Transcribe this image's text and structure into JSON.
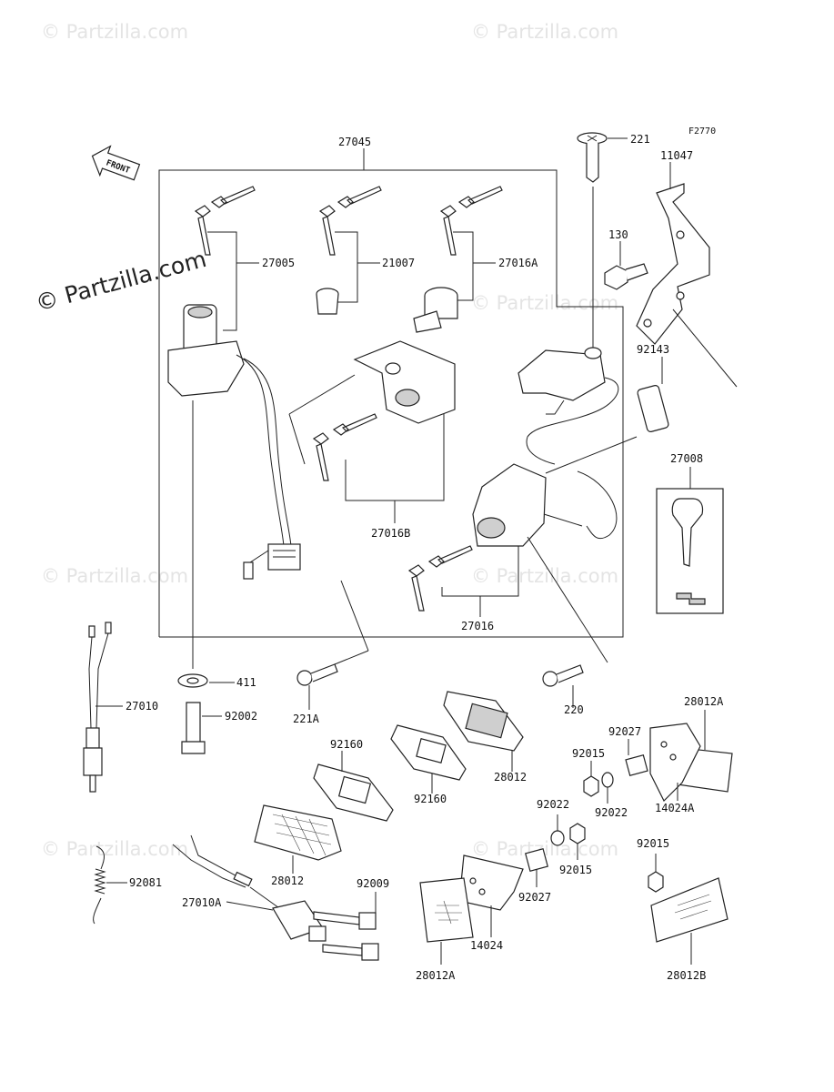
{
  "figure_code": "F2770",
  "front_label": "FRONT",
  "watermark": "© Partzilla.com",
  "labels": {
    "27045": "27045",
    "221": "221",
    "11047": "11047",
    "27005": "27005",
    "21007": "21007",
    "27016A": "27016A",
    "130": "130",
    "92143": "92143",
    "27008": "27008",
    "27016B": "27016B",
    "27016": "27016",
    "27010": "27010",
    "411": "411",
    "92002": "92002",
    "221A": "221A",
    "220": "220",
    "28012A_top": "28012A",
    "92160_a": "92160",
    "92160_b": "92160",
    "28012_top": "28012",
    "92027_top": "92027",
    "92015_top": "92015",
    "14024A": "14024A",
    "92022_r": "92022",
    "92022_l": "92022",
    "92015_mid": "92015",
    "92015_bot": "92015",
    "28012_left": "28012",
    "92081": "92081",
    "27010A": "27010A",
    "92009": "92009",
    "92027_bot": "92027",
    "14024": "14024",
    "28012A_bot": "28012A",
    "28012B": "28012B"
  }
}
